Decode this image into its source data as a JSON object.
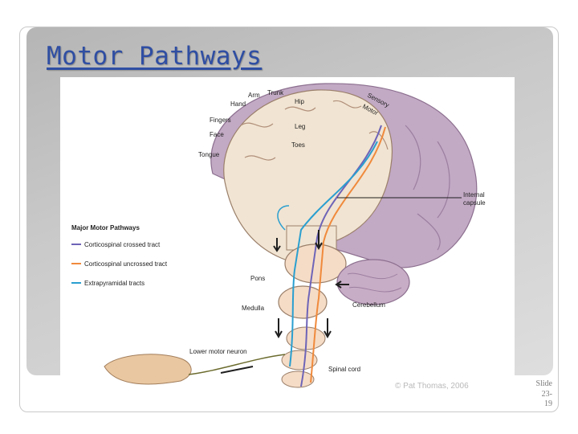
{
  "slide": {
    "title": "Motor Pathways",
    "copyright": "© Pat Thomas, 2006",
    "slide_number_lines": [
      "Slide",
      "23-",
      "19"
    ]
  },
  "figure": {
    "homunculus_labels": {
      "arm": "Arm",
      "trunk": "Trunk",
      "hand": "Hand",
      "hip": "Hip",
      "fingers": "Fingers",
      "face": "Face",
      "leg": "Leg",
      "toes": "Toes",
      "tongue": "Tongue",
      "sensory": "Sensory",
      "motor": "Motor"
    },
    "structure_labels": {
      "internal_capsule_1": "Internal",
      "internal_capsule_2": "capsule",
      "pons": "Pons",
      "medulla": "Medulla",
      "cerebellum": "Cerebellum",
      "lower_motor_neuron": "Lower motor neuron",
      "spinal_cord": "Spinal cord"
    },
    "legend": {
      "title": "Major Motor Pathways",
      "items": [
        {
          "label": "Corticospinal crossed tract",
          "color": "#6e64b8"
        },
        {
          "label": "Corticospinal uncrossed tract",
          "color": "#f08a3c"
        },
        {
          "label": "Extrapyramidal tracts",
          "color": "#2a9fd0"
        }
      ]
    }
  }
}
